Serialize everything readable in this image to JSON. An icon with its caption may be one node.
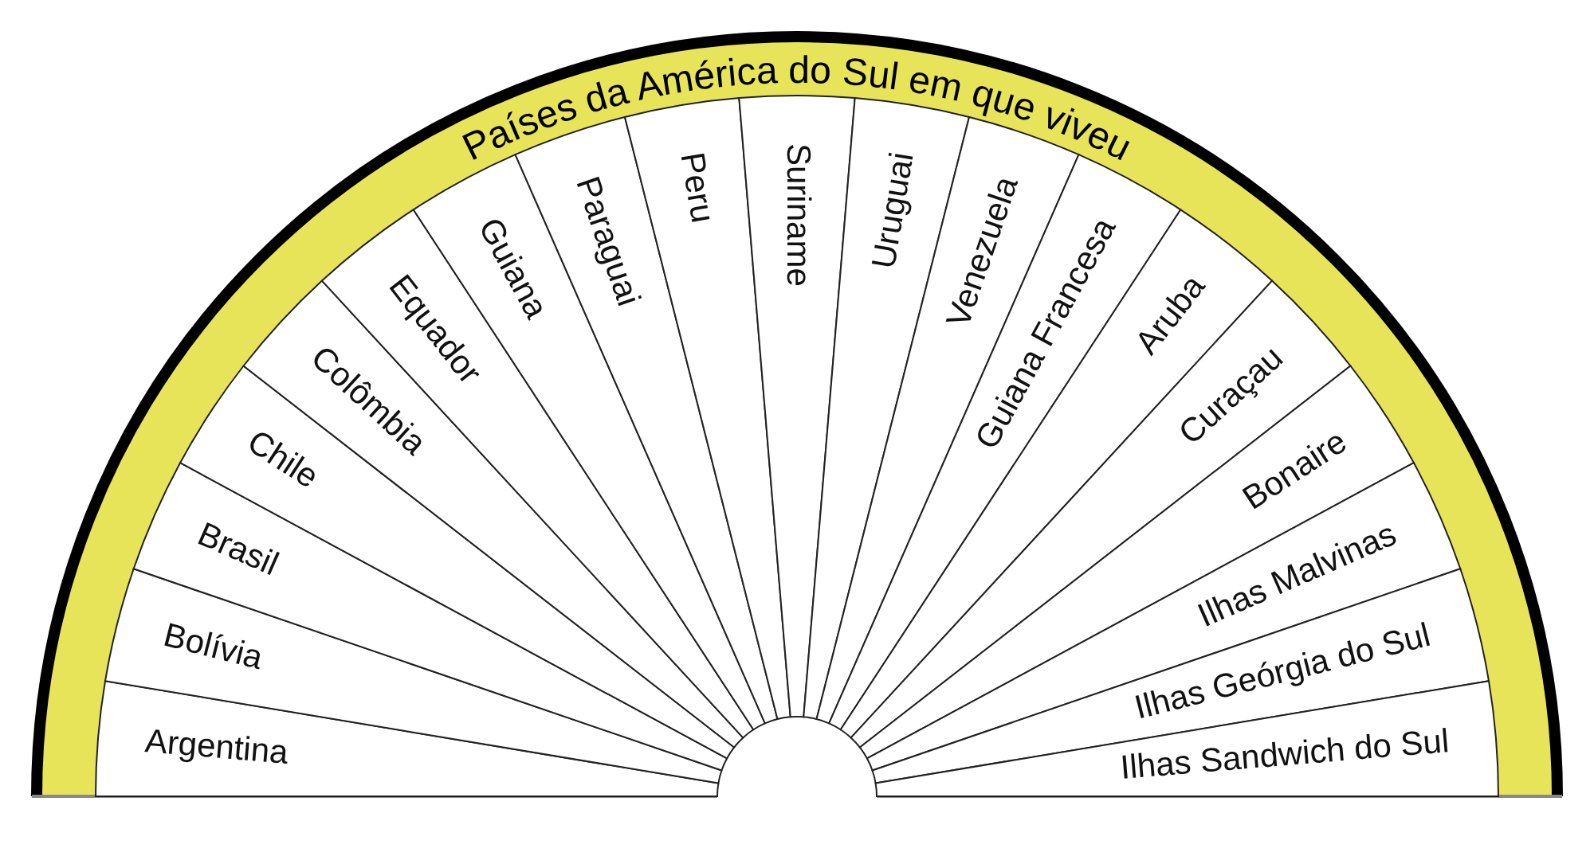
{
  "diagram": {
    "title": "Países da América do Sul em que viveu",
    "nodes": [
      {
        "text": [
          "Argentina"
        ]
      },
      {
        "text": [
          "Bolívia"
        ]
      },
      {
        "text": [
          "Brasil"
        ]
      },
      {
        "text": [
          "Chile"
        ]
      },
      {
        "text": [
          "Colômbia"
        ]
      },
      {
        "text": [
          "Equador"
        ]
      },
      {
        "text": [
          "Guiana"
        ]
      },
      {
        "text": [
          "Paraguai"
        ]
      },
      {
        "text": [
          "Peru"
        ]
      },
      {
        "text": [
          "Suriname"
        ]
      },
      {
        "text": [
          "Uruguai"
        ]
      },
      {
        "text": [
          "Venezuela"
        ]
      },
      {
        "text": [
          "Guiana Francesa"
        ]
      },
      {
        "text": [
          "Aruba"
        ]
      },
      {
        "text": [
          "Curaçau"
        ]
      },
      {
        "text": [
          "Bonaire"
        ]
      },
      {
        "text": [
          "Ilhas Malvinas"
        ]
      },
      {
        "text": [
          "Ilhas Geórgia do Sul"
        ]
      },
      {
        "text": [
          "Ilhas Sandwich do Sul"
        ]
      }
    ]
  }
}
